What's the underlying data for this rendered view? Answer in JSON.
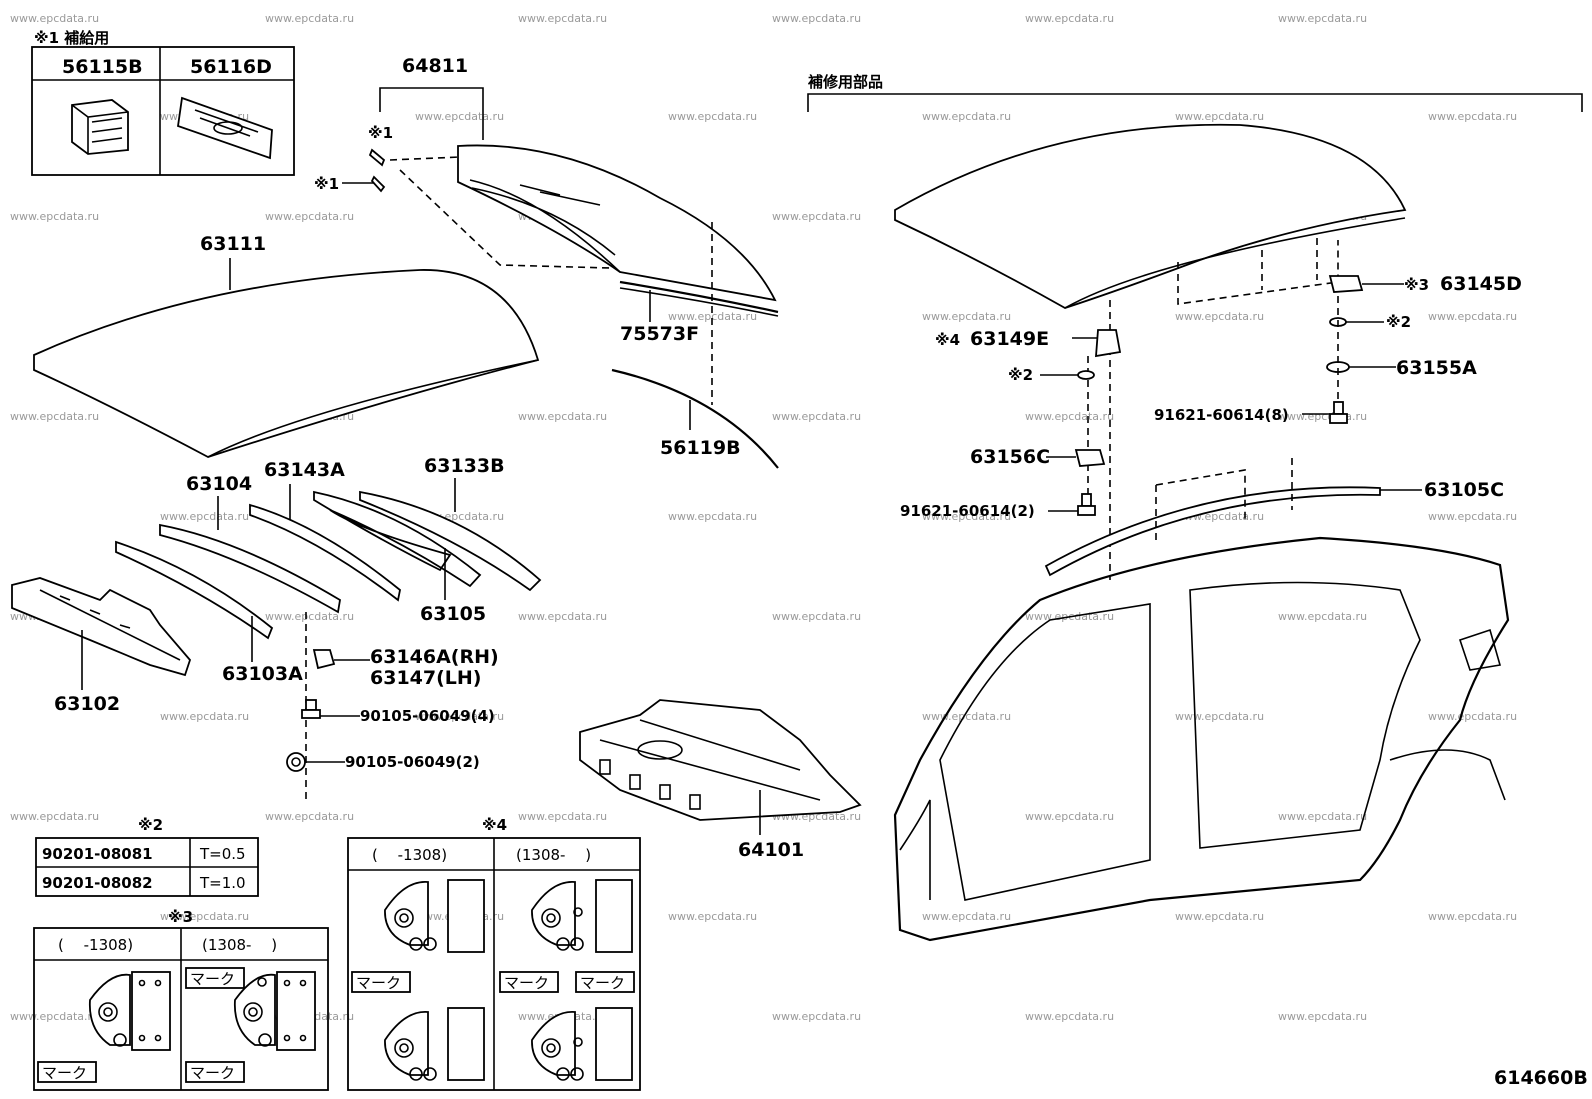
{
  "diagram_id": "614660B",
  "watermark": "www.epcdata.ru",
  "supply_note": "※1 補給用",
  "repair_parts_header": "補修用部品",
  "parts": {
    "p56115B": "56115B",
    "p56116D": "56116D",
    "p64811": "64811",
    "p63111": "63111",
    "p75573F": "75573F",
    "p56119B": "56119B",
    "p63104": "63104",
    "p63143A": "63143A",
    "p63133B": "63133B",
    "p63105": "63105",
    "p63103A": "63103A",
    "p63102": "63102",
    "p63146A": "63146A(RH)",
    "p63147": "63147(LH)",
    "p90105_4": "90105-06049(4)",
    "p90105_2": "90105-06049(2)",
    "p64101": "64101",
    "p63145D": "63145D",
    "p63149E": "63149E",
    "p63155A": "63155A",
    "p91621_8": "91621-60614(8)",
    "p63156C": "63156C",
    "p91621_2": "91621-60614(2)",
    "p63105C": "63105C"
  },
  "notes": {
    "n1": "※1",
    "n2": "※2",
    "n3": "※3",
    "n4": "※4"
  },
  "spacer_table": {
    "title": "※2",
    "rows": [
      {
        "part": "90201-08081",
        "spec": "T=0.5"
      },
      {
        "part": "90201-08082",
        "spec": "T=1.0"
      }
    ]
  },
  "note3_table": {
    "title": "※3",
    "col_before": "(　 -1308)",
    "col_after": "(1308-　 )",
    "mark": "マーク"
  },
  "note4_table": {
    "title": "※4",
    "col_before": "(　 -1308)",
    "col_after": "(1308-　 )",
    "mark": "マーク"
  }
}
